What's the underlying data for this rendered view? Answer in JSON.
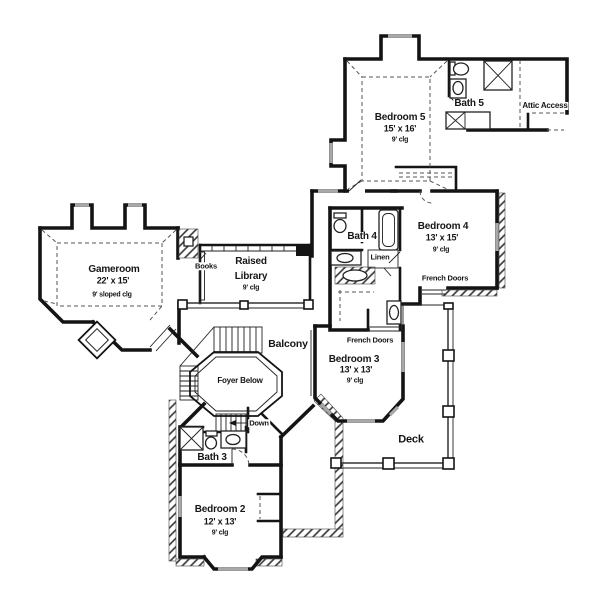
{
  "plan": {
    "rooms": {
      "gameroom": {
        "name": "Gameroom",
        "dims": "22' x 15'",
        "ceiling": "9' sloped clg"
      },
      "library": {
        "line1": "Raised",
        "line2": "Library",
        "ceiling": "9' clg"
      },
      "bedroom5": {
        "name": "Bedroom 5",
        "dims": "15' x 16'",
        "ceiling": "9' clg"
      },
      "bedroom4": {
        "name": "Bedroom 4",
        "dims": "13' x 15'",
        "ceiling": "9' clg"
      },
      "bedroom3": {
        "name": "Bedroom 3",
        "dims": "13' x 13'",
        "ceiling": "9' clg"
      },
      "bedroom2": {
        "name": "Bedroom 2",
        "dims": "12' x 13'",
        "ceiling": "9' clg"
      },
      "bath5": {
        "name": "Bath 5"
      },
      "bath4": {
        "name": "Bath 4"
      },
      "bath3": {
        "name": "Bath 3"
      }
    },
    "labels": {
      "attic_access": "Attic Access",
      "books": "Books",
      "balcony": "Balcony",
      "foyer_below": "Foyer Below",
      "down": "Down",
      "linen": "Linen",
      "deck": "Deck",
      "french_doors_bedroom4": "French Doors",
      "french_doors_bedroom3": "French Doors"
    },
    "colors": {
      "wall": "#141414",
      "window_gray": "#a8a8a8",
      "background": "#ffffff"
    }
  }
}
